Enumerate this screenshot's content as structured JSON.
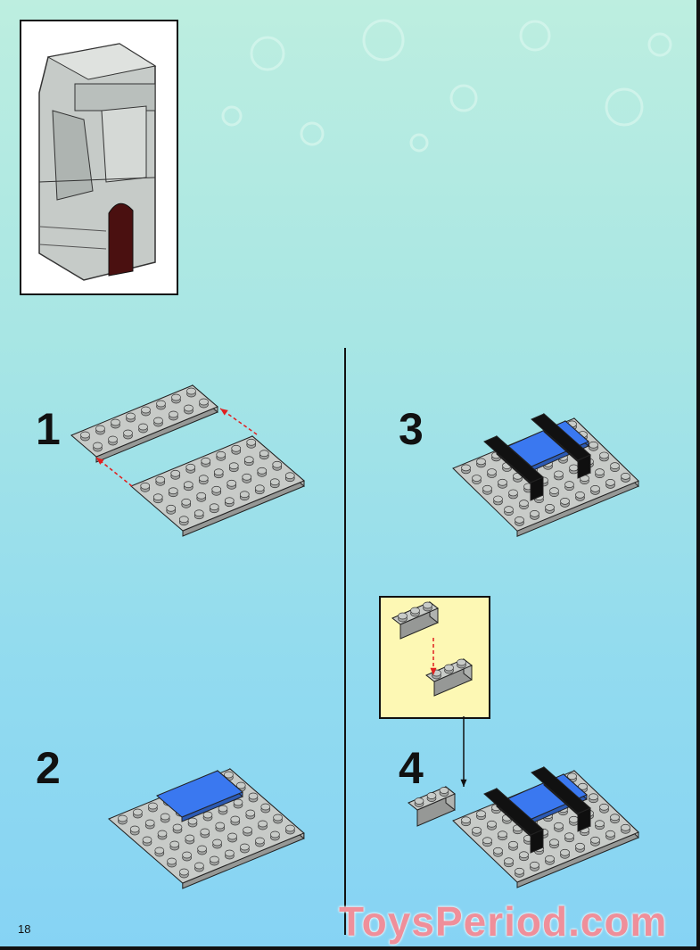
{
  "steps": [
    {
      "number": "1"
    },
    {
      "number": "2"
    },
    {
      "number": "3"
    },
    {
      "number": "4"
    }
  ],
  "page_number": "18",
  "watermark": "ToysPeriod.com",
  "colors": {
    "plate": "#c8cbc8",
    "tile_blue": "#3a78f0",
    "brick_black": "#111111",
    "arrow_red": "#e02020",
    "callout_bg": "#fdf8b4",
    "door": "#4a1010"
  }
}
